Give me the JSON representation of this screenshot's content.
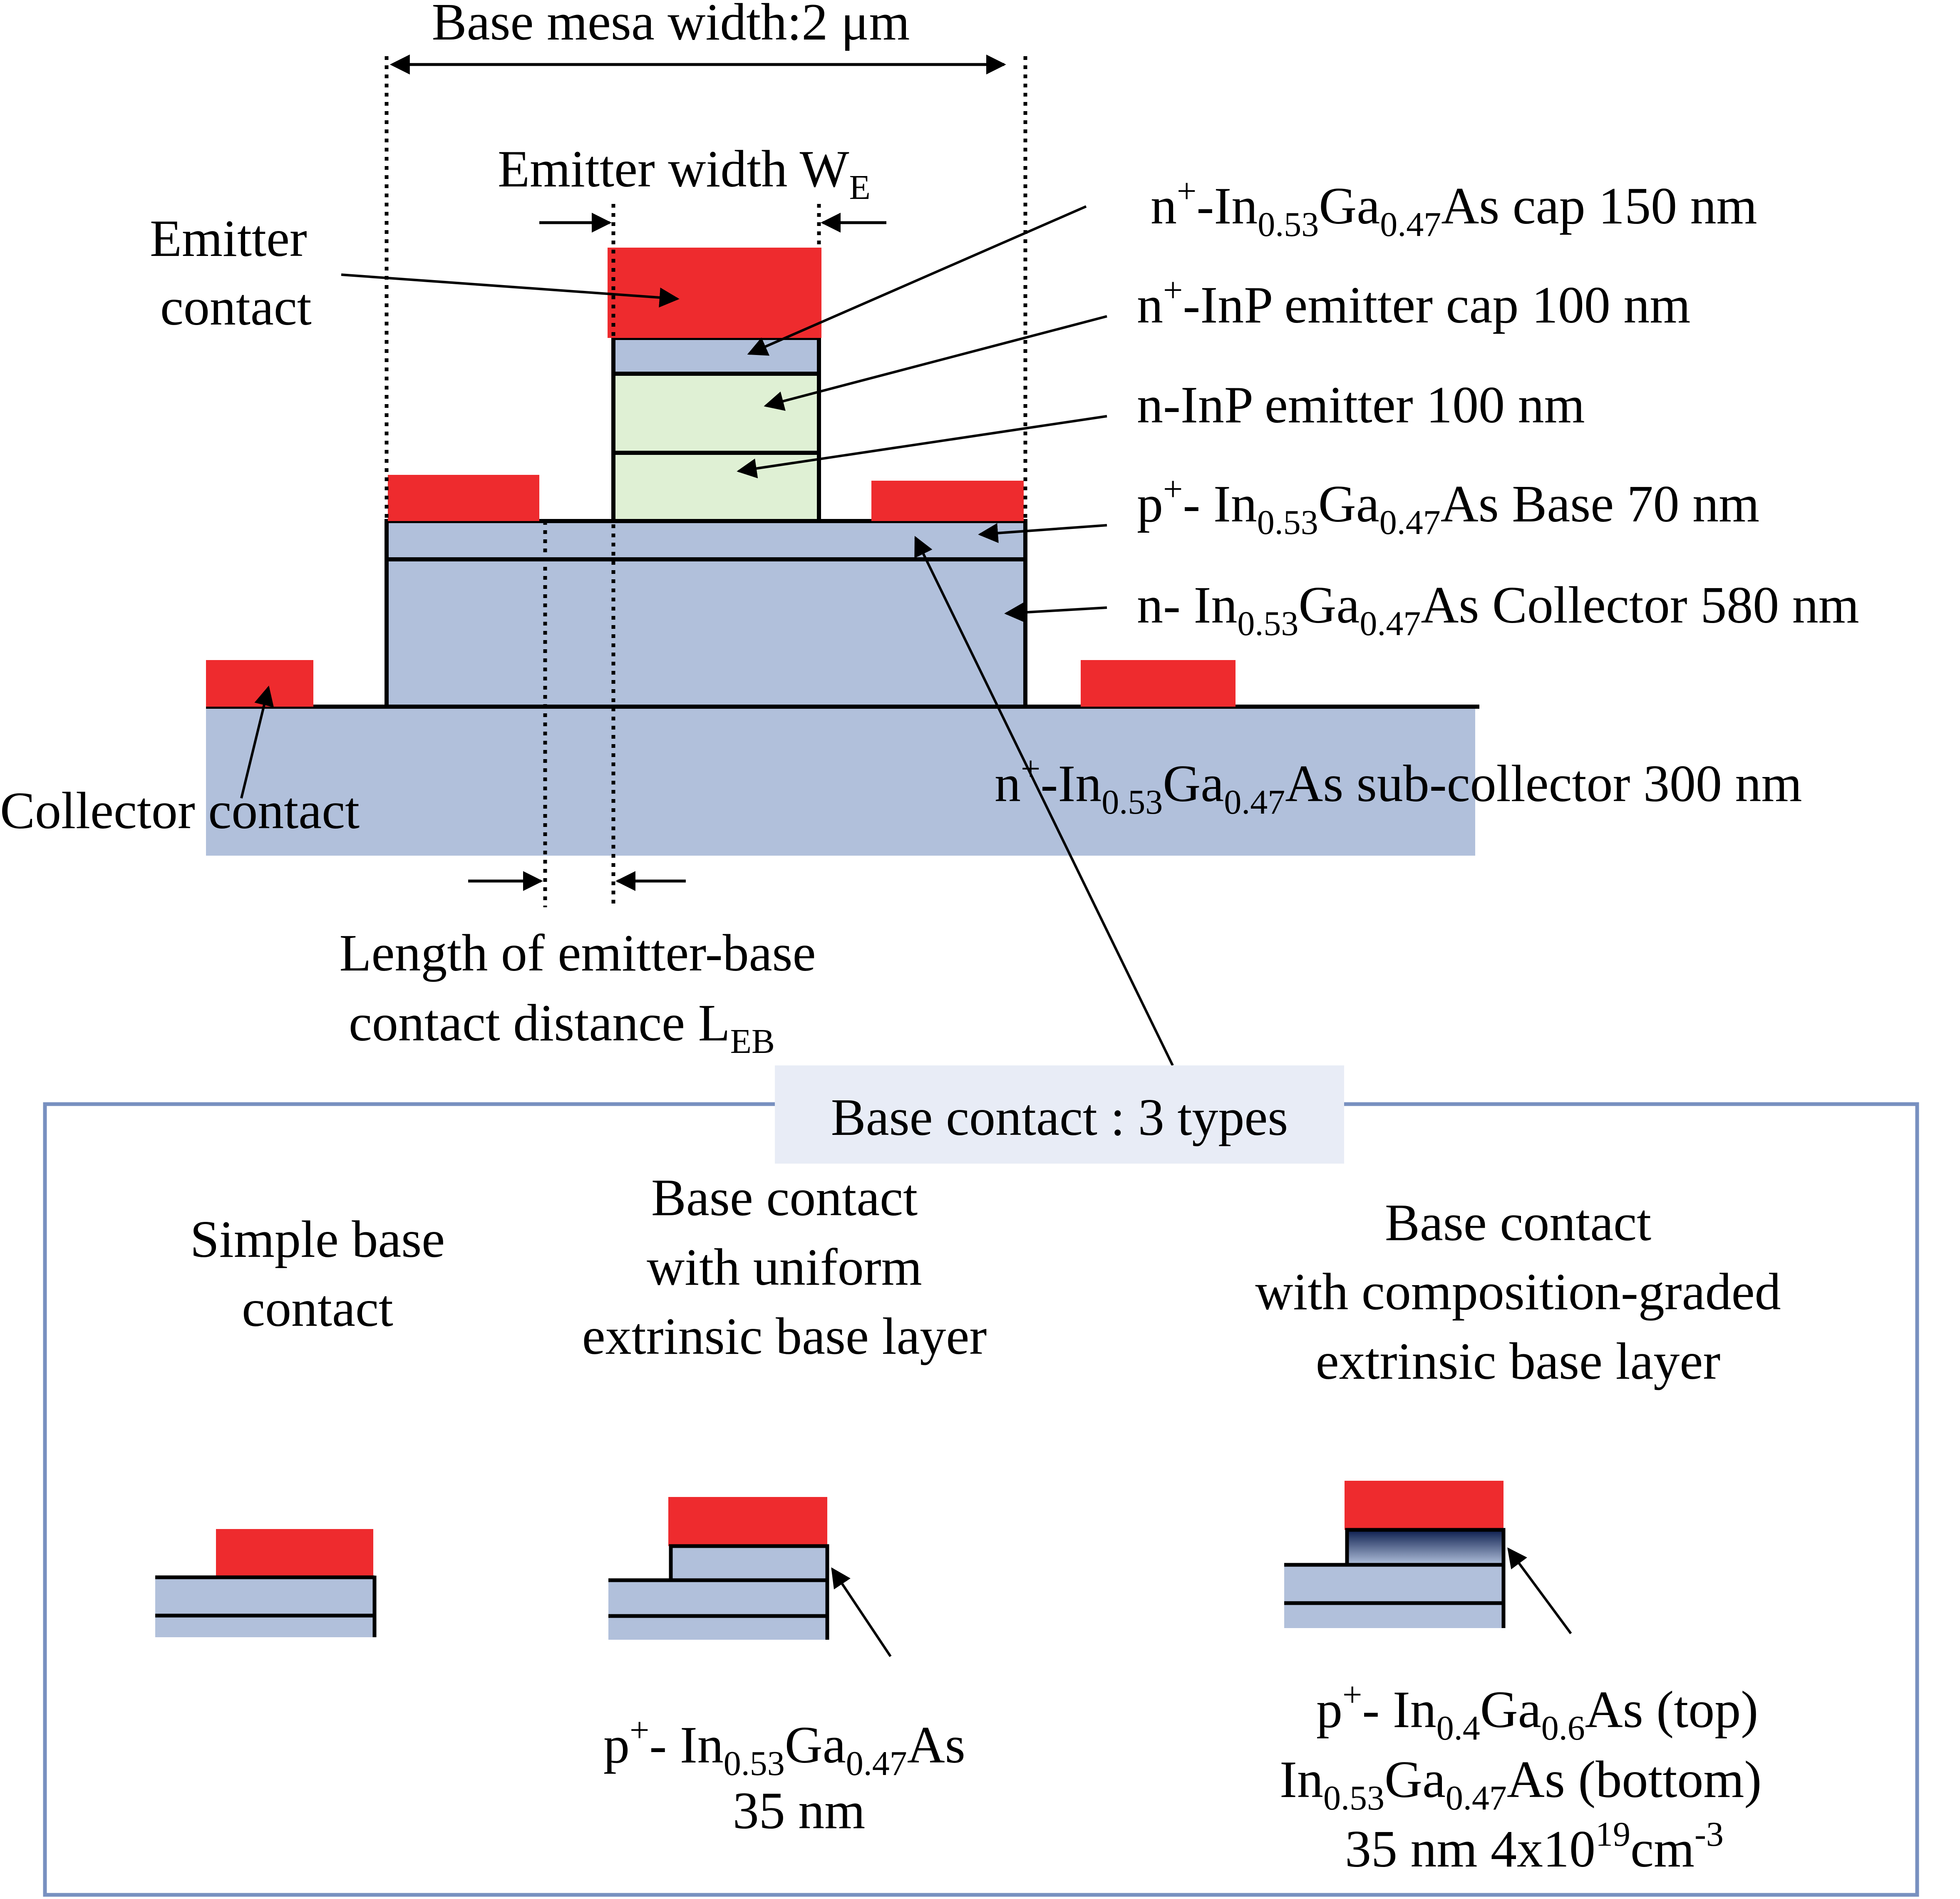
{
  "colors": {
    "contact": "#ee2b2e",
    "semiconductor": "#b1c0db",
    "emitter": "#dff0d4",
    "panel_border": "#7890c0",
    "panel_tag_bg": "#e8ecf6",
    "graded_top": "#0c1e4e",
    "graded_bottom": "#b1c0db"
  },
  "dimensions": {
    "base_mesa_width": "Base mesa width:2 μm",
    "emitter_width": {
      "main": "Emitter width W",
      "sub": "E"
    },
    "leb": {
      "line1": "Length of emitter-base",
      "line2": "contact distance L",
      "sub": "EB"
    }
  },
  "labels": {
    "emitter_contact": [
      "Emitter",
      "contact"
    ],
    "collector_contact": "Collector contact",
    "cap": {
      "sup": "+",
      "sub1": "0.53",
      "sub2": "0.47",
      "p1": "n",
      "p2": "-In",
      "p3": "Ga",
      "p4": "As cap 150 nm"
    },
    "emitter_cap": {
      "sup": "+",
      "p1": "n",
      "p2": "-InP emitter cap 100 nm"
    },
    "emitter": "n-InP emitter 100 nm",
    "base": {
      "sup": "+",
      "sub1": "0.53",
      "sub2": "0.47",
      "p1": "p",
      "p2": "- In",
      "p3": "Ga",
      "p4": "As Base  70 nm"
    },
    "collector": {
      "sub1": "0.53",
      "sub2": "0.47",
      "p1": "n- In",
      "p2": "Ga",
      "p3": "As Collector  580 nm"
    },
    "subcollector": {
      "sup": "+",
      "sub1": "0.53",
      "sub2": "0.47",
      "p1": "n",
      "p2": "-In",
      "p3": "Ga",
      "p4": "As sub-collector 300 nm"
    }
  },
  "panel": {
    "tag": "Base contact : 3 types",
    "types": [
      {
        "lines": [
          "Simple base",
          "contact"
        ]
      },
      {
        "lines": [
          "Base contact",
          "with uniform",
          "extrinsic base layer"
        ]
      },
      {
        "lines": [
          "Base contact",
          "with composition-graded",
          "extrinsic base layer"
        ]
      }
    ],
    "uniform_note": {
      "sup": "+",
      "sub1": "0.53",
      "sub2": "0.47",
      "p1": "p",
      "p2": "- In",
      "p3": "Ga",
      "p4": "As",
      "line2": "35 nm"
    },
    "graded_note": {
      "l1": {
        "sup": "+",
        "sub1": "0.4",
        "sub2": "0.6",
        "p1": "p",
        "p2": "- In",
        "p3": "Ga",
        "p4": "As (top)"
      },
      "l2": {
        "sub1": "0.53",
        "sub2": "0.47",
        "p1": "In",
        "p2": "Ga",
        "p3": "As (bottom)"
      },
      "l3": {
        "p1": "35 nm 4x10",
        "sup1": "19",
        "p2": "cm",
        "sup2": "-3"
      }
    }
  }
}
